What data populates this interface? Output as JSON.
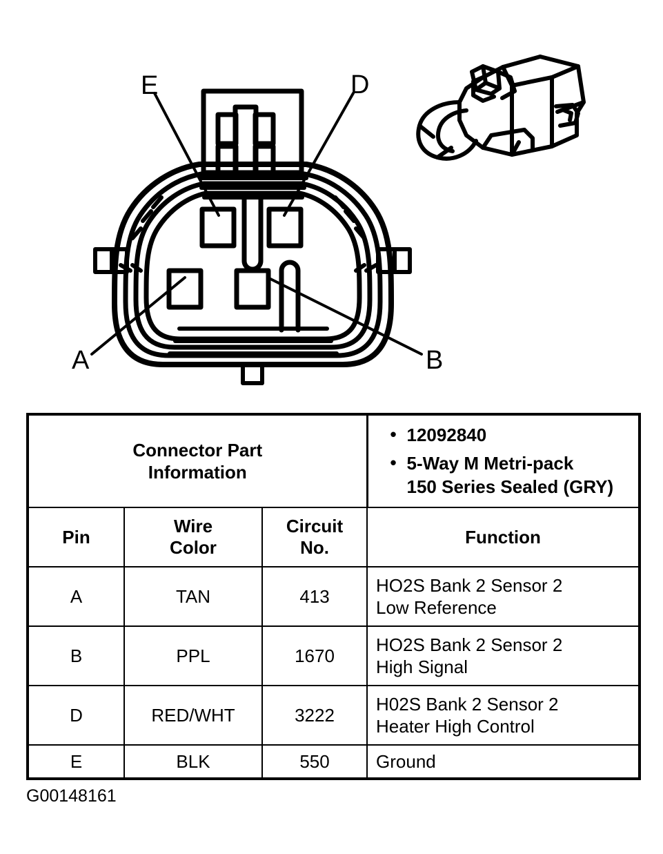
{
  "diagram": {
    "title_id": "connector-face-view",
    "callouts": [
      {
        "id": "E",
        "label": "E",
        "cavity": "upper-left"
      },
      {
        "id": "D",
        "label": "D",
        "cavity": "upper-right"
      },
      {
        "id": "A",
        "label": "A",
        "cavity": "lower-left"
      },
      {
        "id": "B",
        "label": "B",
        "cavity": "lower-right"
      }
    ],
    "views": [
      {
        "name": "connector-face-view",
        "description": "front face of 5-way male connector"
      },
      {
        "name": "connector-isometric-view",
        "description": "three-quarter perspective of connector body"
      }
    ],
    "line_color": "#000000"
  },
  "table": {
    "connector_part_information": {
      "label_line1": "Connector Part",
      "label_line2": "Information",
      "values": [
        {
          "text": "12092840"
        },
        {
          "text": "5-Way M Metri-pack",
          "line2": "150 Series Sealed (GRY)"
        }
      ]
    },
    "headers": {
      "pin": "Pin",
      "wire_color_line1": "Wire",
      "wire_color_line2": "Color",
      "circuit_no_line1": "Circuit",
      "circuit_no_line2": "No.",
      "function": "Function"
    },
    "rows": [
      {
        "pin": "A",
        "wire_color": "TAN",
        "circuit_no": "413",
        "function_line1": "HO2S Bank 2 Sensor 2",
        "function_line2": "Low Reference"
      },
      {
        "pin": "B",
        "wire_color": "PPL",
        "circuit_no": "1670",
        "function_line1": "HO2S Bank 2 Sensor 2",
        "function_line2": "High Signal"
      },
      {
        "pin": "D",
        "wire_color": "RED/WHT",
        "circuit_no": "3222",
        "function_line1": "H02S Bank 2 Sensor 2",
        "function_line2": "Heater High Control"
      },
      {
        "pin": "E",
        "wire_color": "BLK",
        "circuit_no": "550",
        "function_line1": "Ground",
        "function_line2": ""
      }
    ]
  },
  "footer": {
    "figure_id": "G00148161"
  }
}
